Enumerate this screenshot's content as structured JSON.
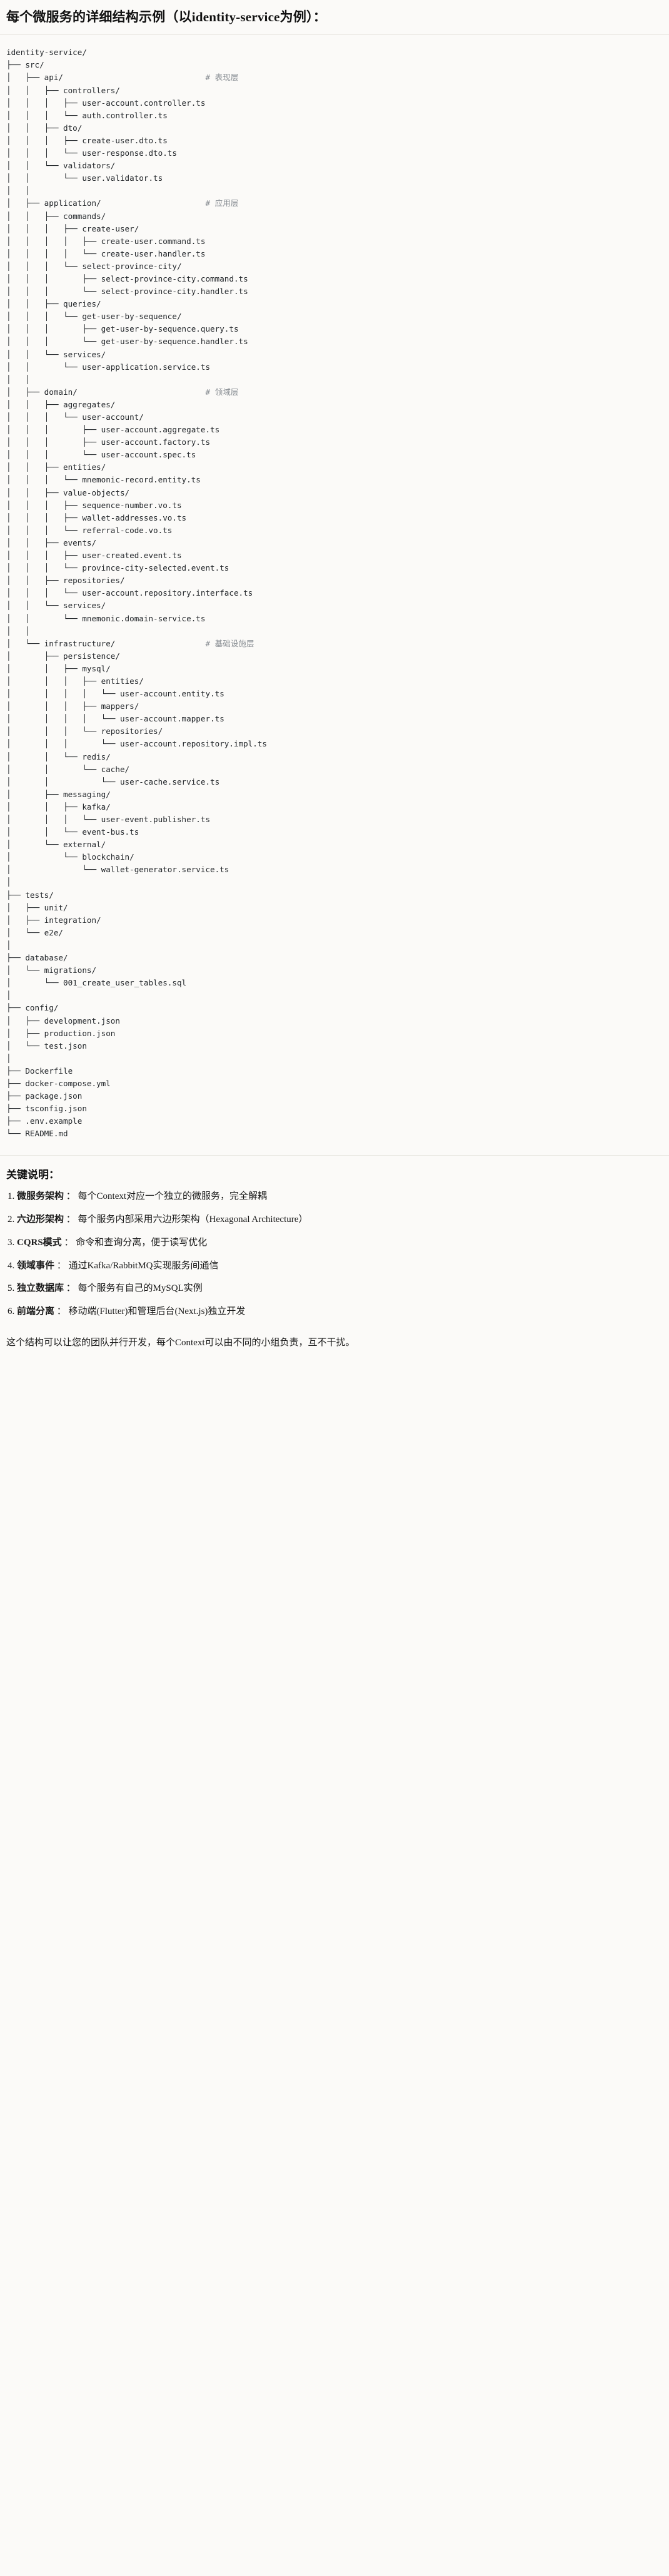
{
  "heading": "每个微服务的详细结构示例（以identity-service为例）：",
  "tree": {
    "root_label": "identity-service/",
    "comments": {
      "api": "# 表现层",
      "application": "# 应用层",
      "domain": "# 领域层",
      "infrastructure": "# 基础设施层"
    },
    "text": "identity-service/\n├── src/\n│   ├── api/                              # 表现层\n│   │   ├── controllers/\n│   │   │   ├── user-account.controller.ts\n│   │   │   └── auth.controller.ts\n│   │   ├── dto/\n│   │   │   ├── create-user.dto.ts\n│   │   │   └── user-response.dto.ts\n│   │   └── validators/\n│   │       └── user.validator.ts\n│   │\n│   ├── application/                      # 应用层\n│   │   ├── commands/\n│   │   │   ├── create-user/\n│   │   │   │   ├── create-user.command.ts\n│   │   │   │   └── create-user.handler.ts\n│   │   │   └── select-province-city/\n│   │   │       ├── select-province-city.command.ts\n│   │   │       └── select-province-city.handler.ts\n│   │   ├── queries/\n│   │   │   └── get-user-by-sequence/\n│   │   │       ├── get-user-by-sequence.query.ts\n│   │   │       └── get-user-by-sequence.handler.ts\n│   │   └── services/\n│   │       └── user-application.service.ts\n│   │\n│   ├── domain/                           # 领域层\n│   │   ├── aggregates/\n│   │   │   └── user-account/\n│   │   │       ├── user-account.aggregate.ts\n│   │   │       ├── user-account.factory.ts\n│   │   │       └── user-account.spec.ts\n│   │   ├── entities/\n│   │   │   └── mnemonic-record.entity.ts\n│   │   ├── value-objects/\n│   │   │   ├── sequence-number.vo.ts\n│   │   │   ├── wallet-addresses.vo.ts\n│   │   │   └── referral-code.vo.ts\n│   │   ├── events/\n│   │   │   ├── user-created.event.ts\n│   │   │   └── province-city-selected.event.ts\n│   │   ├── repositories/\n│   │   │   └── user-account.repository.interface.ts\n│   │   └── services/\n│   │       └── mnemonic.domain-service.ts\n│   │\n│   └── infrastructure/                   # 基础设施层\n│       ├── persistence/\n│       │   ├── mysql/\n│       │   │   ├── entities/\n│       │   │   │   └── user-account.entity.ts\n│       │   │   ├── mappers/\n│       │   │   │   └── user-account.mapper.ts\n│       │   │   └── repositories/\n│       │   │       └── user-account.repository.impl.ts\n│       │   └── redis/\n│       │       └── cache/\n│       │           └── user-cache.service.ts\n│       ├── messaging/\n│       │   ├── kafka/\n│       │   │   └── user-event.publisher.ts\n│       │   └── event-bus.ts\n│       └── external/\n│           └── blockchain/\n│               └── wallet-generator.service.ts\n│\n├── tests/\n│   ├── unit/\n│   ├── integration/\n│   └── e2e/\n│\n├── database/\n│   └── migrations/\n│       └── 001_create_user_tables.sql\n│\n├── config/\n│   ├── development.json\n│   ├── production.json\n│   └── test.json\n│\n├── Dockerfile\n├── docker-compose.yml\n├── package.json\n├── tsconfig.json\n├── .env.example\n└── README.md"
  },
  "keynotes": {
    "title": "关键说明：",
    "items": [
      {
        "num": "1.",
        "term": "微服务架构",
        "sep": "：",
        "body": "每个Context对应一个独立的微服务，完全解耦"
      },
      {
        "num": "2.",
        "term": "六边形架构",
        "sep": "：",
        "body": "每个服务内部采用六边形架构（Hexagonal Architecture）"
      },
      {
        "num": "3.",
        "term": "CQRS模式",
        "sep": "：",
        "body": "命令和查询分离，便于读写优化"
      },
      {
        "num": "4.",
        "term": "领域事件",
        "sep": "：",
        "body": "通过Kafka/RabbitMQ实现服务间通信"
      },
      {
        "num": "5.",
        "term": "独立数据库",
        "sep": "：",
        "body": "每个服务有自己的MySQL实例"
      },
      {
        "num": "6.",
        "term": "前端分离",
        "sep": "：",
        "body": "移动端(Flutter)和管理后台(Next.js)独立开发"
      }
    ],
    "closing": "这个结构可以让您的团队并行开发，每个Context可以由不同的小组负责，互不干扰。"
  }
}
